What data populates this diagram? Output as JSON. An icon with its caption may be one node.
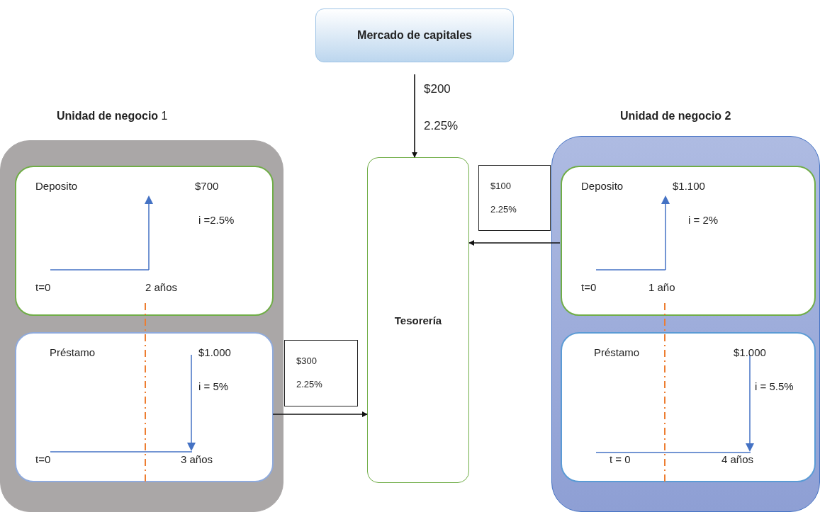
{
  "diagram": {
    "nodes": [
      {
        "text": [
          "Mercado de capitales"
        ]
      },
      {
        "text": [
          "**Unidad de negocio** 1"
        ]
      },
      {
        "text": [
          "Deposito",
          "$700",
          "i =2.5%",
          "t=0",
          "2 años"
        ],
        "in": 1
      },
      {
        "text": [
          "Préstamo",
          "$1.000",
          "i = 5%",
          "t=0",
          "3 años"
        ],
        "in": 1
      },
      {
        "text": [
          "Tesorería"
        ]
      },
      {
        "text": [
          "**Unidad de negocio 2**"
        ]
      },
      {
        "text": [
          "Deposito",
          "$1.100",
          "i = 2%",
          "t=0",
          "1 año"
        ],
        "in": 5
      },
      {
        "text": [
          "Préstamo",
          "$1.000",
          "i = 5.5%",
          "t = 0",
          "4 años"
        ],
        "in": 5
      }
    ],
    "edges": [
      {
        "from": 0,
        "to": 4,
        "arrow": "to",
        "label": "$200 2.25%"
      },
      {
        "from": 3,
        "to": 4,
        "arrow": "to",
        "label": "$300 2.25%"
      },
      {
        "from": 6,
        "to": 4,
        "arrow": "to",
        "label": "$100 2.25%"
      },
      {
        "from": 2,
        "to": 3,
        "arrow": "none",
        "style": "dashed",
        "color": "#ed7d31"
      },
      {
        "from": 6,
        "to": 7,
        "arrow": "none",
        "style": "dashed",
        "color": "#ed7d31"
      }
    ]
  }
}
